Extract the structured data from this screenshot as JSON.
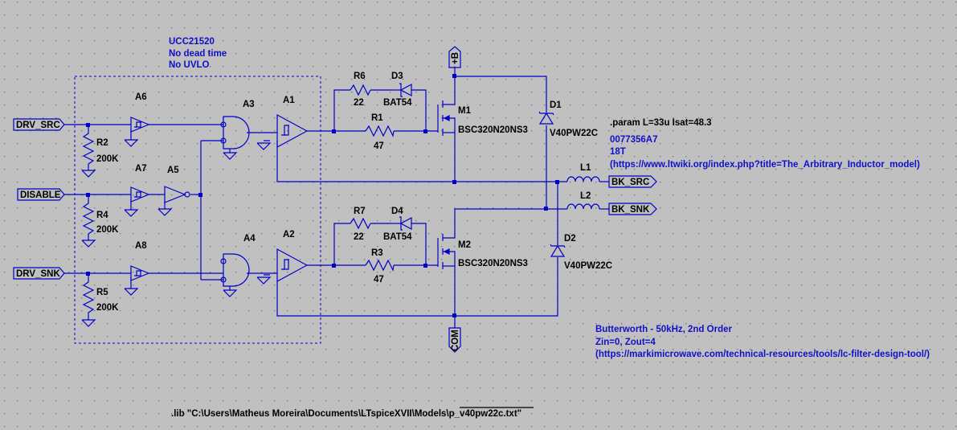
{
  "colors": {
    "background": "#c0c0c0",
    "grid": "#808080",
    "wire": "#0000c8",
    "component": "#0000c8",
    "label": "#000000",
    "comment": "#1010c8"
  },
  "comments": {
    "ucc_title": "UCC21520",
    "ucc_line2": "No dead time",
    "ucc_line3": "No UVLO",
    "param": ".param L=33u Isat=48.3",
    "inductor_part": "0077356A7",
    "inductor_turns": "18T",
    "inductor_url": "(https://www.ltwiki.org/index.php?title=The_Arbitrary_Inductor_model)",
    "filter_title": "Butterworth - 50kHz, 2nd Order",
    "filter_imp": "Zin=0, Zout=4",
    "filter_url": "(https://markimicrowave.com/technical-resources/tools/lc-filter-design-tool/)",
    "lib": ".lib \"C:\\Users\\Matheus Moreira\\Documents\\LTspiceXVII\\Models\\p_v40pw22c.txt\""
  },
  "ports": {
    "drv_src": "DRV_SRC",
    "disable": "DISABLE",
    "drv_snk": "DRV_SNK",
    "bk_src": "BK_SRC",
    "bk_snk": "BK_SNK",
    "vb": "+B",
    "com": "COM"
  },
  "components": {
    "a1": "A1",
    "a2": "A2",
    "a3": "A3",
    "a4": "A4",
    "a5": "A5",
    "a6": "A6",
    "a7": "A7",
    "a8": "A8",
    "r1": "R1",
    "r1_val": "47",
    "r2": "R2",
    "r2_val": "200K",
    "r3": "R3",
    "r3_val": "47",
    "r4": "R4",
    "r4_val": "200K",
    "r5": "R5",
    "r5_val": "200K",
    "r6": "R6",
    "r6_val": "22",
    "r7": "R7",
    "r7_val": "22",
    "d1": "D1",
    "d1_val": "V40PW22C",
    "d2": "D2",
    "d2_val": "V40PW22C",
    "d3": "D3",
    "d3_val": "BAT54",
    "d4": "D4",
    "d4_val": "BAT54",
    "m1": "M1",
    "m1_val": "BSC320N20NS3",
    "m2": "M2",
    "m2_val": "BSC320N20NS3",
    "l1": "L1",
    "l2": "L2"
  }
}
